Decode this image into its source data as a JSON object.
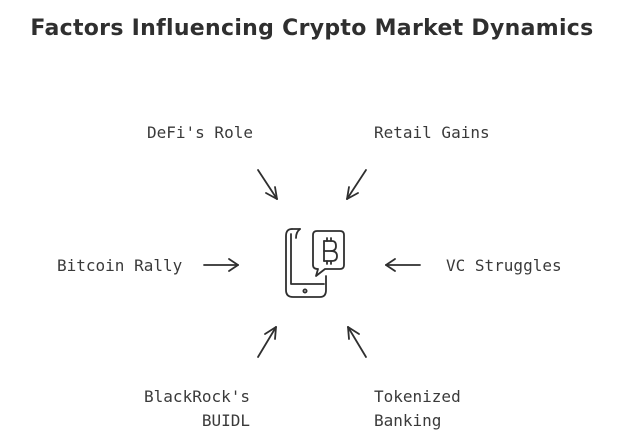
{
  "title": "Factors Influencing Crypto Market Dynamics",
  "factors": {
    "defi": "DeFi's Role",
    "retail": "Retail Gains",
    "bitcoin": "Bitcoin Rally",
    "vc": "VC Struggles",
    "blackrock": [
      "BlackRock's",
      "BUIDL"
    ],
    "tokenized": [
      "Tokenized",
      "Banking"
    ]
  },
  "center_icon": "phone-bitcoin-chat-icon",
  "colors": {
    "ink": "#2f2f2f",
    "background": "#ffffff"
  }
}
